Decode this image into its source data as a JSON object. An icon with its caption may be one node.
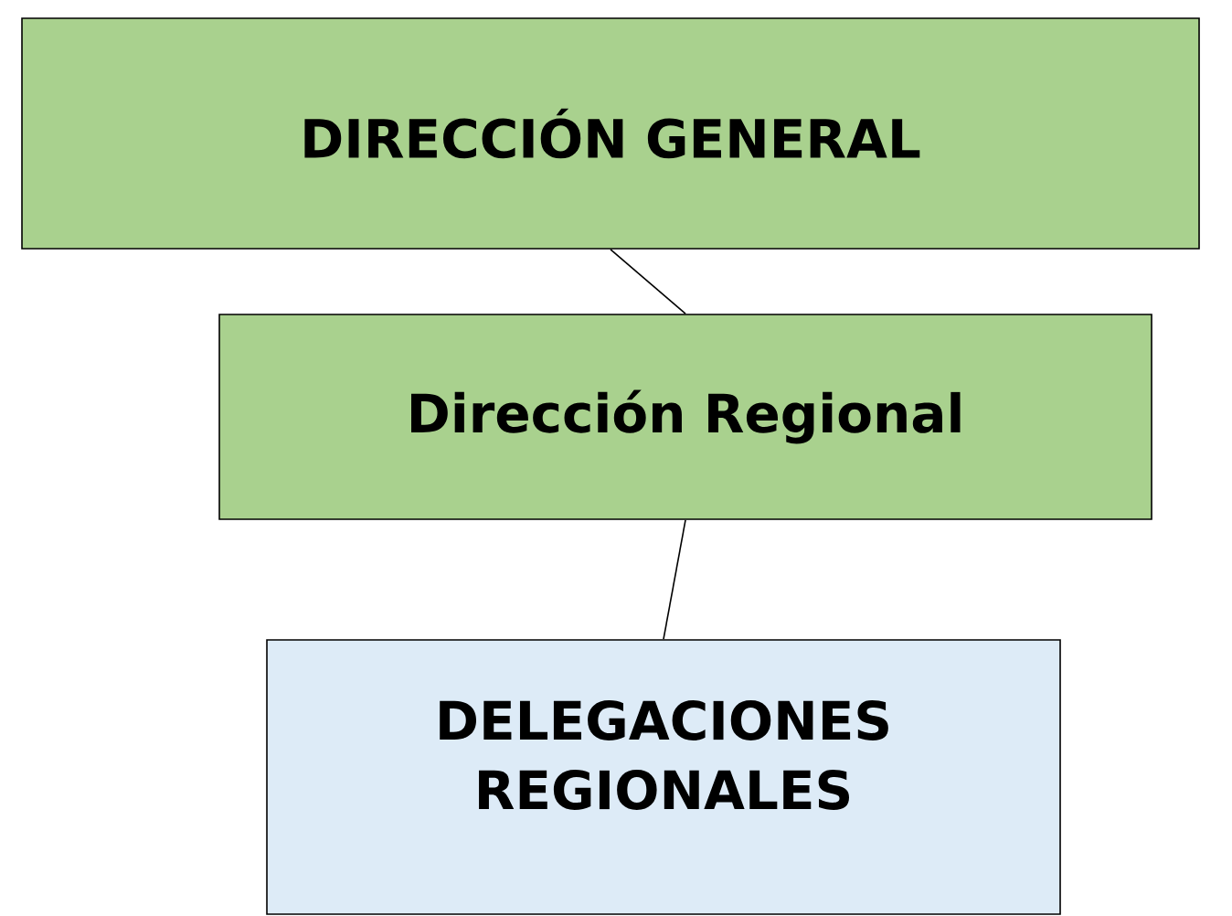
{
  "diagram": {
    "nodes": [
      {
        "text": [
          "DIRECCIÓN GENERAL"
        ]
      },
      {
        "text": [
          "Dirección Regional"
        ]
      },
      {
        "text": [
          "DELEGACIONES REGIONALES"
        ]
      }
    ],
    "edges": [
      {
        "from": 0,
        "to": 1,
        "arrow": "none"
      },
      {
        "from": 1,
        "to": 2,
        "arrow": "none"
      }
    ]
  }
}
